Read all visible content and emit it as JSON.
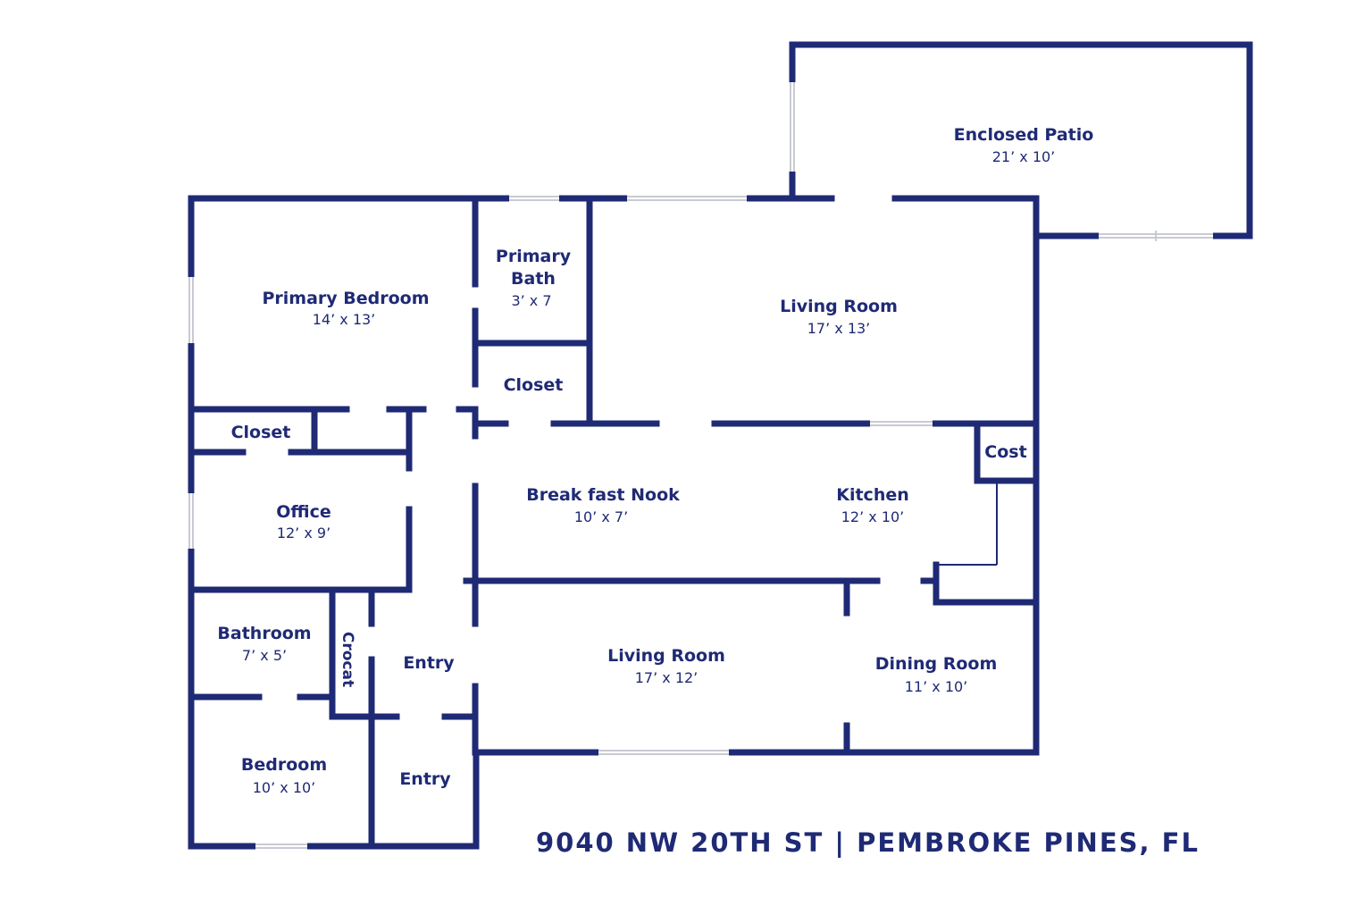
{
  "address": "9040 NW 20TH ST | PEMBROKE PINES, FL",
  "colors": {
    "wall": "#1f2a75",
    "background": "#ffffff"
  },
  "rooms": {
    "enclosed_patio": {
      "name": "Enclosed Patio",
      "dims": "21’ x 10’"
    },
    "primary_bedroom": {
      "name": "Primary Bedroom",
      "dims": "14’ x 13’"
    },
    "primary_bath": {
      "name_line1": "Primary",
      "name_line2": "Bath",
      "dims": "3’ x 7"
    },
    "closet_bath": {
      "name": "Closet"
    },
    "living_room_top": {
      "name": "Living Room",
      "dims": "17’ x 13’"
    },
    "closet_left": {
      "name": "Closet"
    },
    "cost": {
      "name": "Cost"
    },
    "breakfast_nook": {
      "name": "Break fast Nook",
      "dims": "10’ x 7’"
    },
    "kitchen": {
      "name": "Kitchen",
      "dims": "12’ x 10’"
    },
    "office": {
      "name": "Office",
      "dims": "12’ x 9’"
    },
    "bathroom": {
      "name": "Bathroom",
      "dims": "7’ x 5’"
    },
    "crocat": {
      "name": "Crocat"
    },
    "entry_mid": {
      "name": "Entry"
    },
    "living_room_bottom": {
      "name": "Living Room",
      "dims": "17’ x 12’"
    },
    "dining_room": {
      "name": "Dining Room",
      "dims": "11’ x 10’"
    },
    "bedroom": {
      "name": "Bedroom",
      "dims": "10’ x 10’"
    },
    "entry_bottom": {
      "name": "Entry"
    }
  }
}
